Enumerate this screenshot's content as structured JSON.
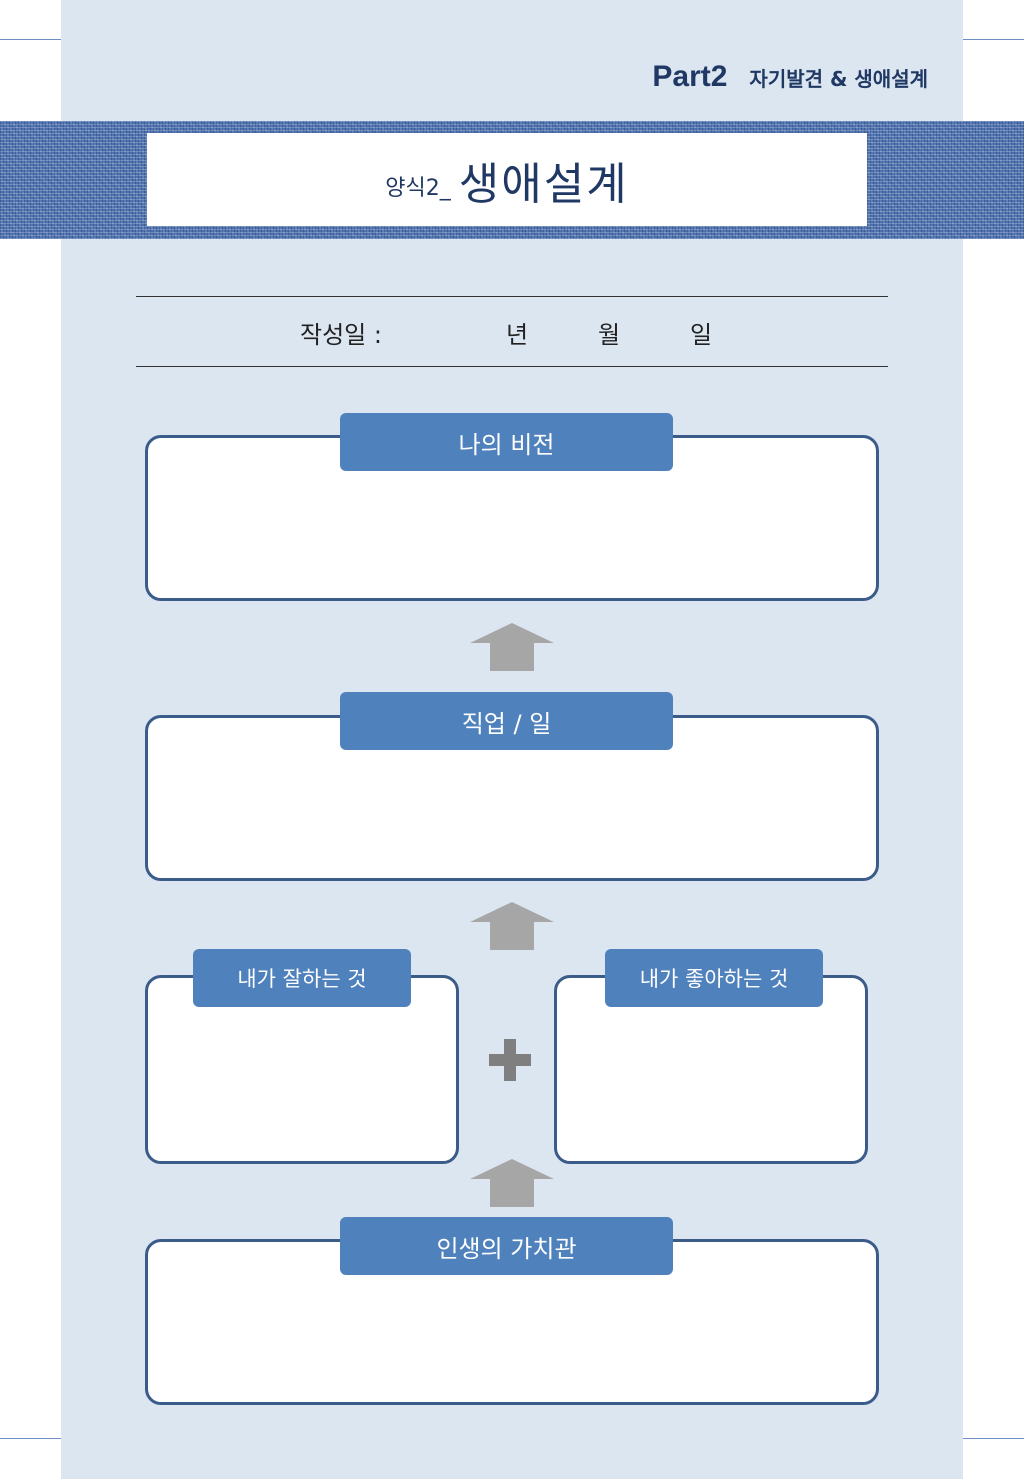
{
  "header": {
    "part_label": "Part2",
    "part_subtitle": "자기발견 & 생애설계"
  },
  "title": {
    "prefix": "양식2_",
    "main": "생애설계"
  },
  "date_line": {
    "label": "작성일 :",
    "year_unit": "년",
    "month_unit": "월",
    "day_unit": "일"
  },
  "sections": {
    "vision": "나의 비전",
    "job": "직업 / 일",
    "good_at": "내가 잘하는 것",
    "like": "내가 좋아하는 것",
    "values": "인생의 가치관"
  },
  "colors": {
    "panel": "#dce6f1",
    "tag": "#4f81bd",
    "box_border": "#3b5b89",
    "arrow": "#a6a6a6",
    "plus": "#7f7f7f",
    "heading": "#1f3864"
  },
  "icons": {
    "arrow": "up-arrow-icon",
    "plus": "plus-icon"
  }
}
